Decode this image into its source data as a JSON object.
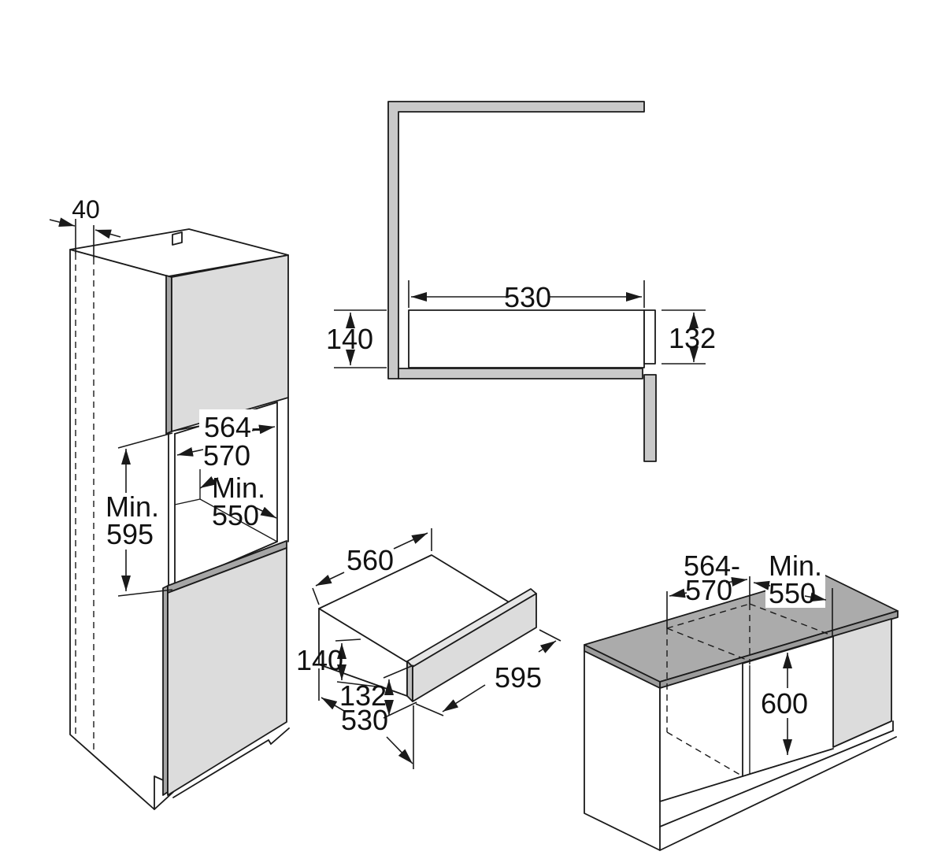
{
  "figure": {
    "description": "Built-in warming drawer installation dimension drawing with four views",
    "colors": {
      "background": "#ffffff",
      "line": "#1a1a1a",
      "panel": "#dcdcdc",
      "panel_edge": "#a6a6a6",
      "panel_top": "#e6e6e6",
      "panel_side": "#bdbdbd",
      "wall": "#c9c9c9",
      "worktop": "#ababab",
      "worktop_edge": "#9c9c9c",
      "white": "#ffffff"
    }
  },
  "tall_cabinet": {
    "rear_gap": "40",
    "niche_width_line1": "564-",
    "niche_width_line2": "570",
    "niche_depth_line1": "Min.",
    "niche_depth_line2": "550",
    "niche_height_line1": "Min.",
    "niche_height_line2": "595"
  },
  "cross_section": {
    "niche_depth": "530",
    "niche_height": "140",
    "front_height": "132"
  },
  "drawer": {
    "appliance_width": "560",
    "appliance_height": "140",
    "front_height": "132",
    "appliance_depth": "530",
    "front_width": "595"
  },
  "base_cabinet": {
    "niche_width_line1": "564-",
    "niche_width_line2": "570",
    "niche_depth_line1": "Min.",
    "niche_depth_line2": "550",
    "niche_height": "600"
  }
}
